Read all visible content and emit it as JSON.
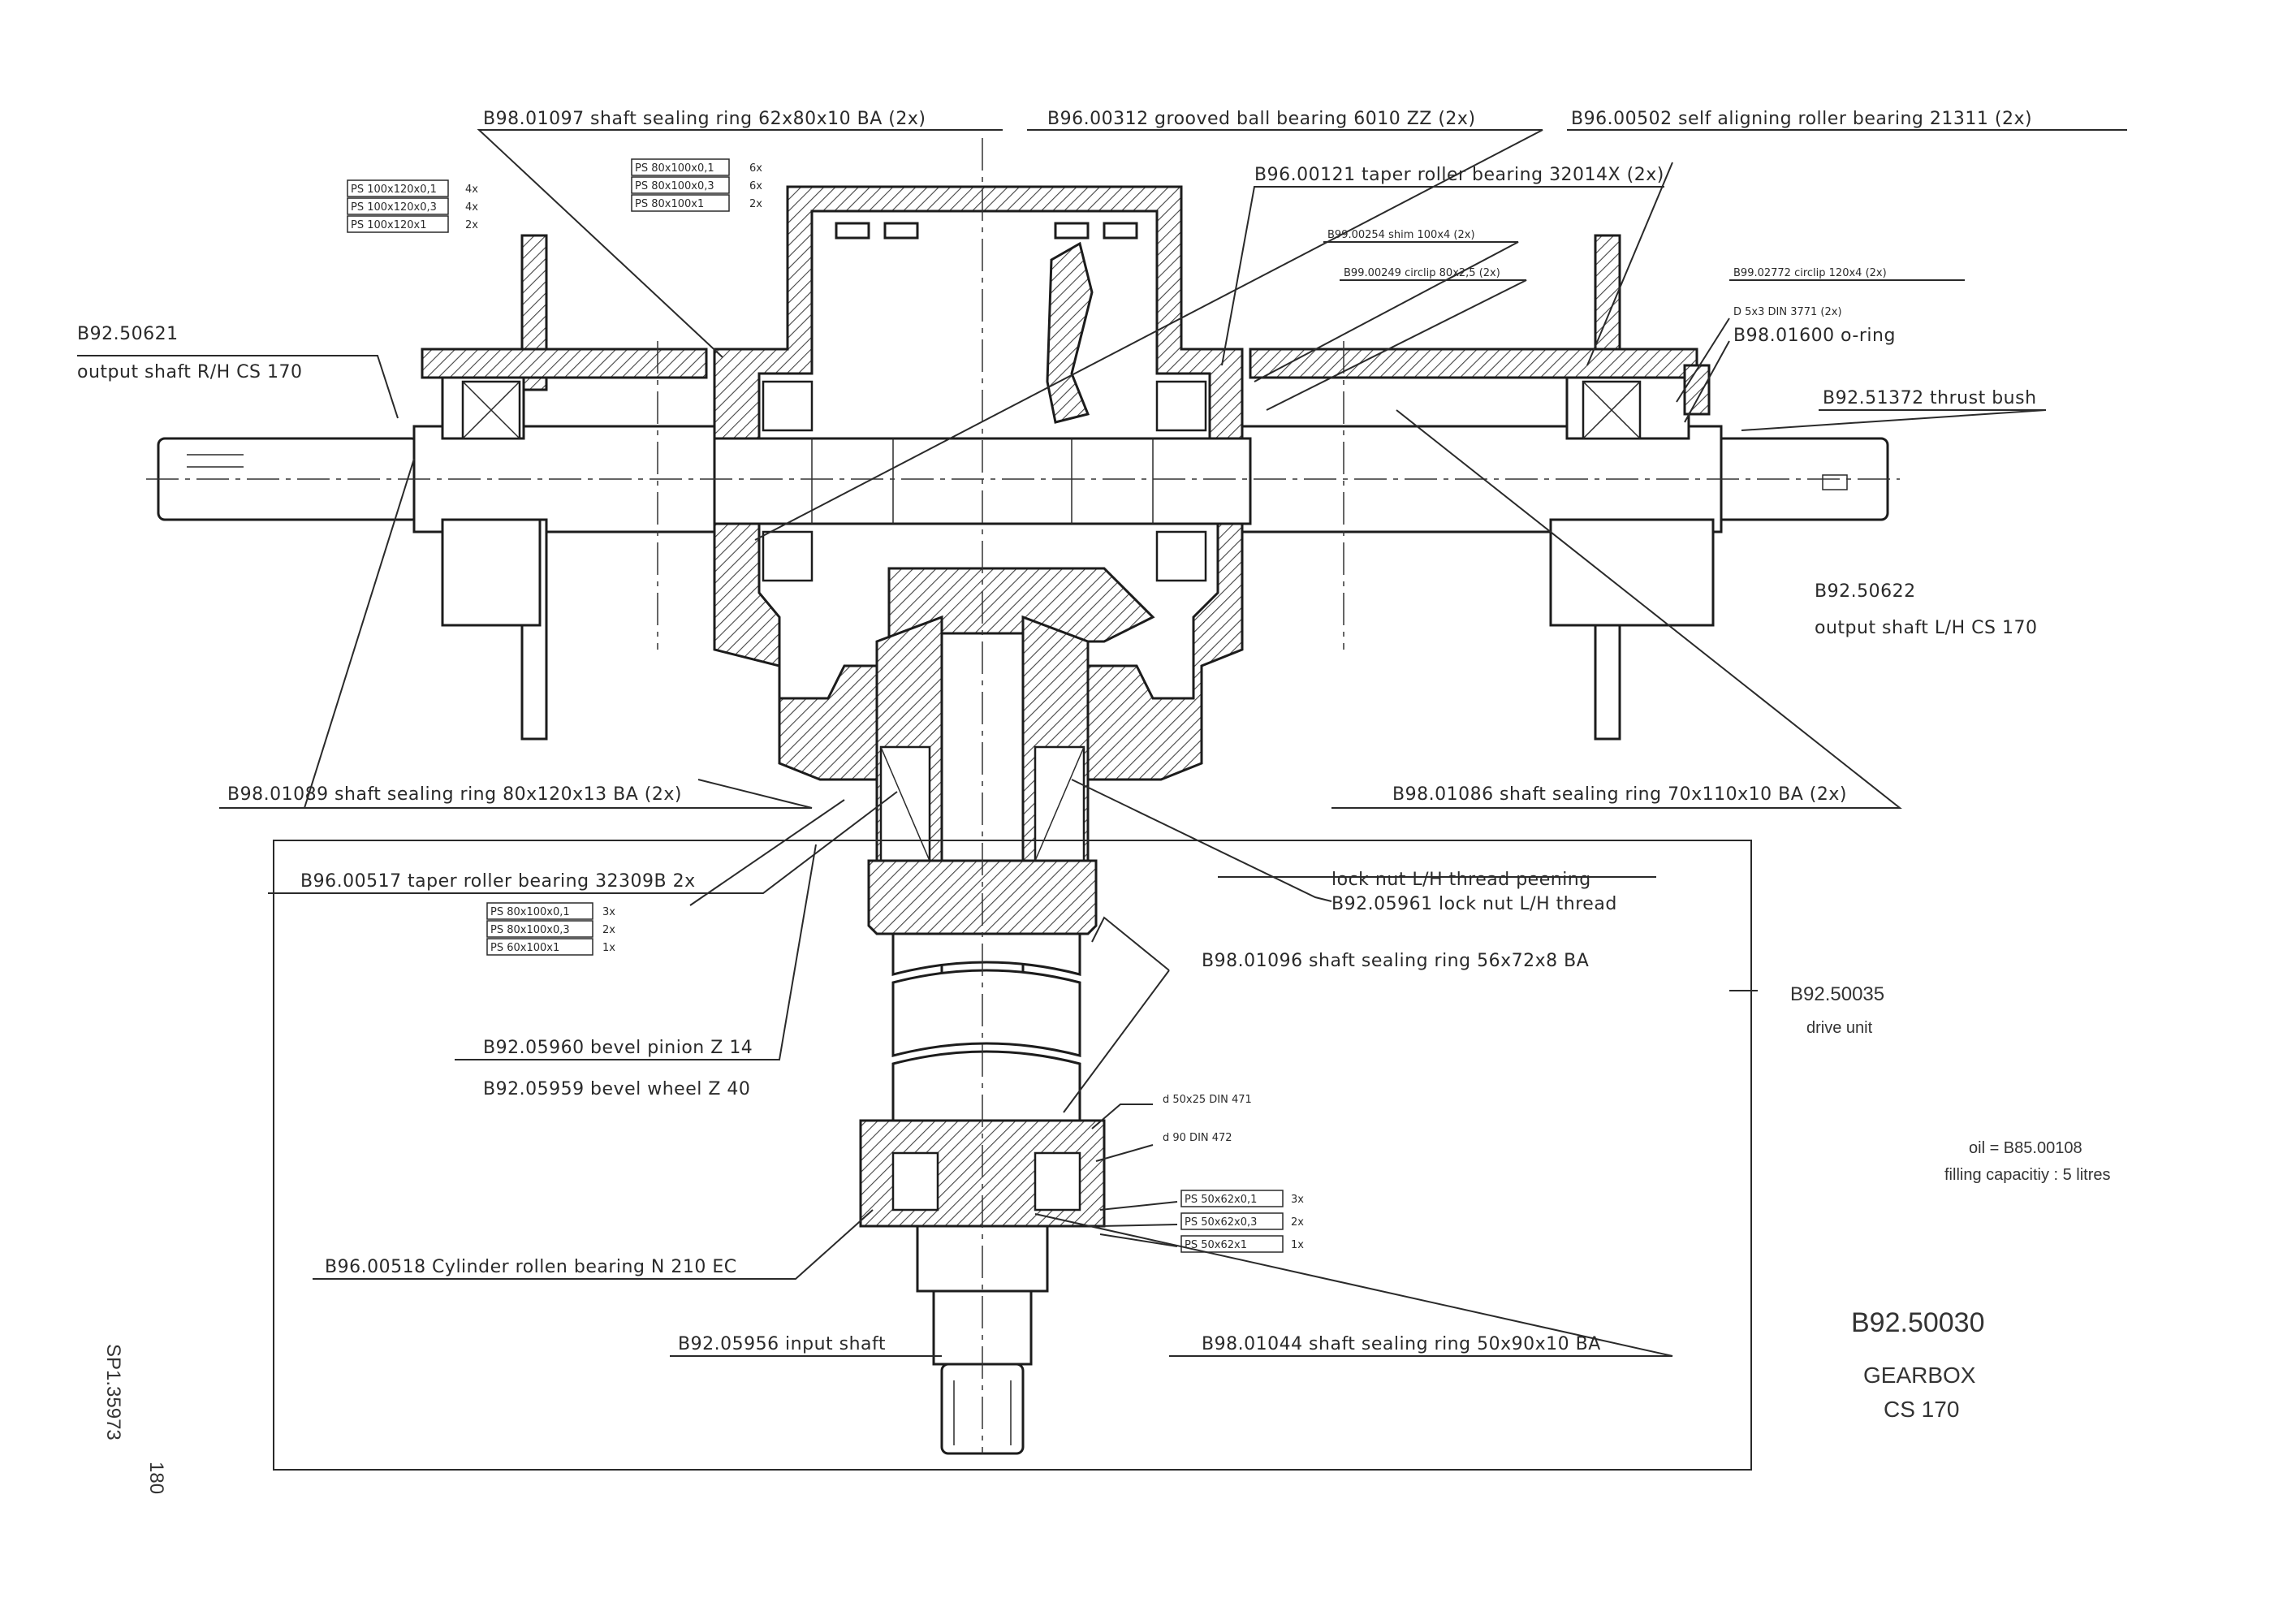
{
  "drawing": {
    "labels": {
      "seal_62": "B98.01097 shaft sealing ring 62x80x10 BA (2x)",
      "ball_6010": "B96.00312 grooved ball bearing 6010 ZZ (2x)",
      "self_aligning": "B96.00502 self aligning roller bearing 21311 (2x)",
      "taper_32014": "B96.00121 taper roller bearing 32014X (2x)",
      "shim": "B99.00254 shim 100x4 (2x)",
      "circlip_small": "B99.00249 circlip 80x2,5 (2x)",
      "circlip_120": "B99.02772 circlip 120x4 (2x)",
      "dowel": "D 5x3 DIN 3771 (2x)",
      "oring": "B98.01600 o-ring",
      "thrust_bush": "B92.51372 thrust bush",
      "out_rh_code": "B92.50621",
      "out_rh_text": "output shaft R/H CS 170",
      "out_lh_code": "B92.50622",
      "out_lh_text": "output shaft L/H CS 170",
      "seal_80": "B98.01089 shaft sealing ring 80x120x13 BA (2x)",
      "seal_70": "B98.01086 shaft sealing ring 70x110x10 BA (2x)",
      "taper_32309": "B96.00517 taper roller bearing 32309B 2x",
      "lock_peening": "lock nut L/H thread peening",
      "lock_nut": "B92.05961 lock nut L/H thread",
      "seal_56": "B98.01096 shaft sealing ring 56x72x8 BA",
      "pinion": "B92.05960 bevel pinion Z 14",
      "wheel": "B92.05959 bevel wheel Z 40",
      "cyl_bearing": "B96.00518 Cylinder rollen bearing N 210 EC",
      "input_shaft": "B92.05956 input shaft",
      "seal_50": "B98.01044 shaft sealing ring 50x90x10 BA",
      "spring_pin": "d 50x25 DIN 471",
      "circlip_90": "d 90 DIN 472"
    },
    "shim_tables": {
      "top_left": [
        {
          "spec": "PS 100x120x0,1",
          "qty": "4x"
        },
        {
          "spec": "PS 100x120x0,3",
          "qty": "4x"
        },
        {
          "spec": "PS 100x120x1",
          "qty": "2x"
        }
      ],
      "top_mid": [
        {
          "spec": "PS 80x100x0,1",
          "qty": "6x"
        },
        {
          "spec": "PS 80x100x0,3",
          "qty": "6x"
        },
        {
          "spec": "PS 80x100x1",
          "qty": "2x"
        }
      ],
      "center_left": [
        {
          "spec": "PS 80x100x0,1",
          "qty": "3x"
        },
        {
          "spec": "PS 80x100x0,3",
          "qty": "2x"
        },
        {
          "spec": "PS 60x100x1",
          "qty": "1x"
        }
      ],
      "center_right": [
        {
          "spec": "PS 50x62x0,1",
          "qty": "3x"
        },
        {
          "spec": "PS 50x62x0,3",
          "qty": "2x"
        },
        {
          "spec": "PS 50x62x1",
          "qty": "1x"
        }
      ]
    },
    "drive_unit_code": "B92.50035",
    "drive_unit_text": "drive unit",
    "oil_line1": "oil = B85.00108",
    "oil_line2": "filling capacitiy : 5 litres",
    "title_code": "B92.50030",
    "title_name": "GEARBOX",
    "title_model": "CS 170",
    "page_number": "180",
    "sheet_ref": "SP1.35973"
  }
}
